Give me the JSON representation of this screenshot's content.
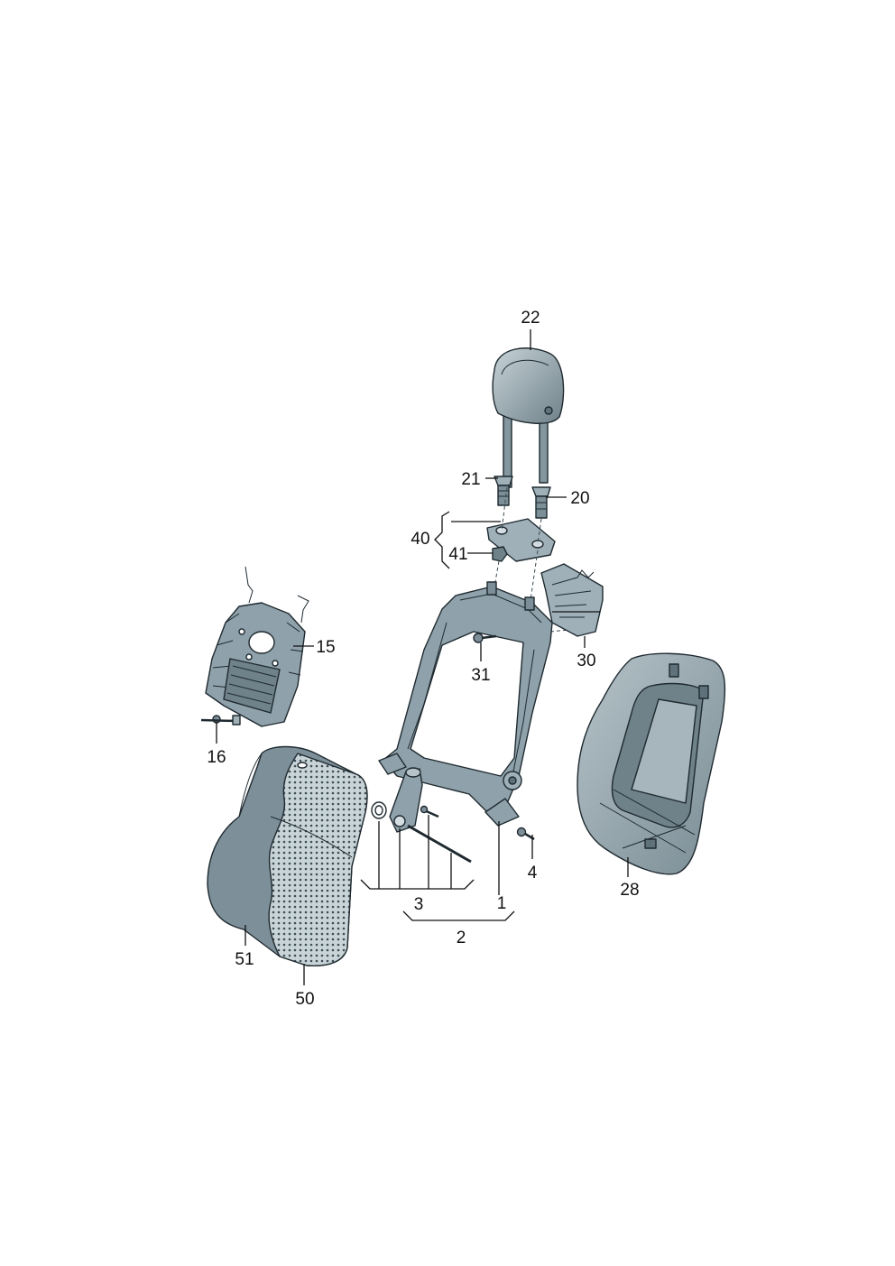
{
  "colors": {
    "part_fill": "#9fb0b8",
    "part_light": "#c4d0d5",
    "part_dark": "#5f727b",
    "line": "#1f2a30"
  },
  "callouts": {
    "c1": "1",
    "c2": "2",
    "c3": "3",
    "c4": "4",
    "c15": "15",
    "c16": "16",
    "c20": "20",
    "c21": "21",
    "c22": "22",
    "c28": "28",
    "c30": "30",
    "c31": "31",
    "c40": "40",
    "c41": "41",
    "c50": "50",
    "c51": "51"
  },
  "parts": {
    "headrest": "headrest-22",
    "guide_left": "guide-sleeve-21",
    "guide_right": "guide-sleeve-20",
    "bracket": "bracket-40",
    "nut": "nut-41",
    "frame": "backrest-frame-1",
    "clip": "clip-30",
    "screw31": "screw-31",
    "lumbar": "lumbar-support-15",
    "screw16": "screw-16",
    "back_panel": "backrest-panel-28",
    "cover": "cover-50",
    "pad": "padding-51"
  }
}
